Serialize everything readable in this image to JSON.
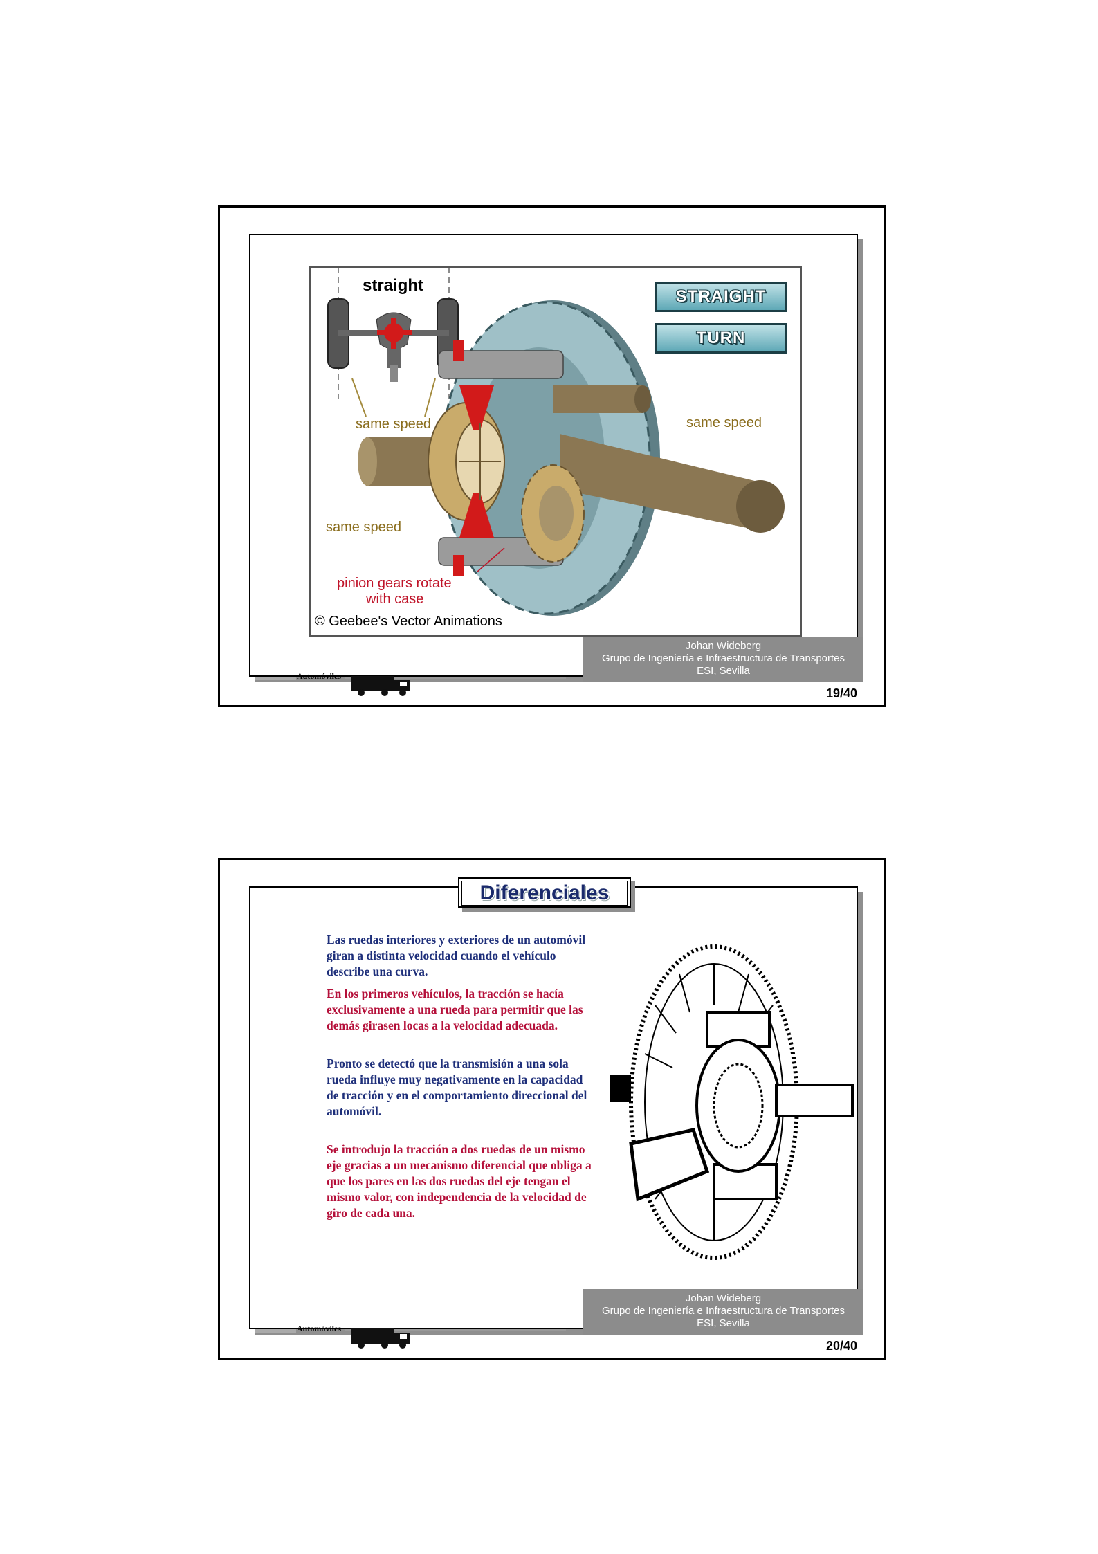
{
  "slide1": {
    "buttons": {
      "straight": "STRAIGHT",
      "turn": "TURN"
    },
    "labels": {
      "mode": "straight",
      "same_speed_top": "same speed",
      "same_speed_right": "same speed",
      "same_speed_left": "same speed",
      "pinion_line1": "pinion gears rotate",
      "pinion_line2": "with case",
      "copyright": "© Geebee's Vector Animations"
    },
    "footer": {
      "author": "Johan Wideberg",
      "group": "Grupo de Ingeniería e Infraestructura de Transportes",
      "place": "ESI, Sevilla"
    },
    "section": "Automóviles",
    "page": "19/40"
  },
  "slide2": {
    "title": "Diferenciales",
    "paragraphs": [
      "Las ruedas interiores y exteriores de un automóvil giran a distinta velocidad cuando el vehículo  describe una curva.",
      " En los primeros vehículos, la tracción se hacía exclusivamente a una rueda para permitir que las demás girasen locas a la velocidad adecuada.",
      " Pronto se detectó que la transmisión a una sola rueda  influye muy negativamente en la capacidad de tracción y en el comportamiento direccional del automóvil.",
      "Se introdujo la tracción a dos ruedas de un mismo eje gracias a un mecanismo diferencial que obliga a que los pares en las dos ruedas del eje tengan el mismo valor, con independencia de la velocidad de giro de cada  una."
    ],
    "footer": {
      "author": "Johan Wideberg",
      "group": "Grupo de Ingeniería e Infraestructura de Transportes",
      "place": "ESI, Sevilla"
    },
    "section": "Automóviles",
    "page": "20/40"
  },
  "colors": {
    "text_blue": "#1e2f7a",
    "text_red": "#b5103a",
    "label_gold": "#8a6d1d",
    "label_red": "#c0152a",
    "footer_gray": "#8c8c8c"
  }
}
